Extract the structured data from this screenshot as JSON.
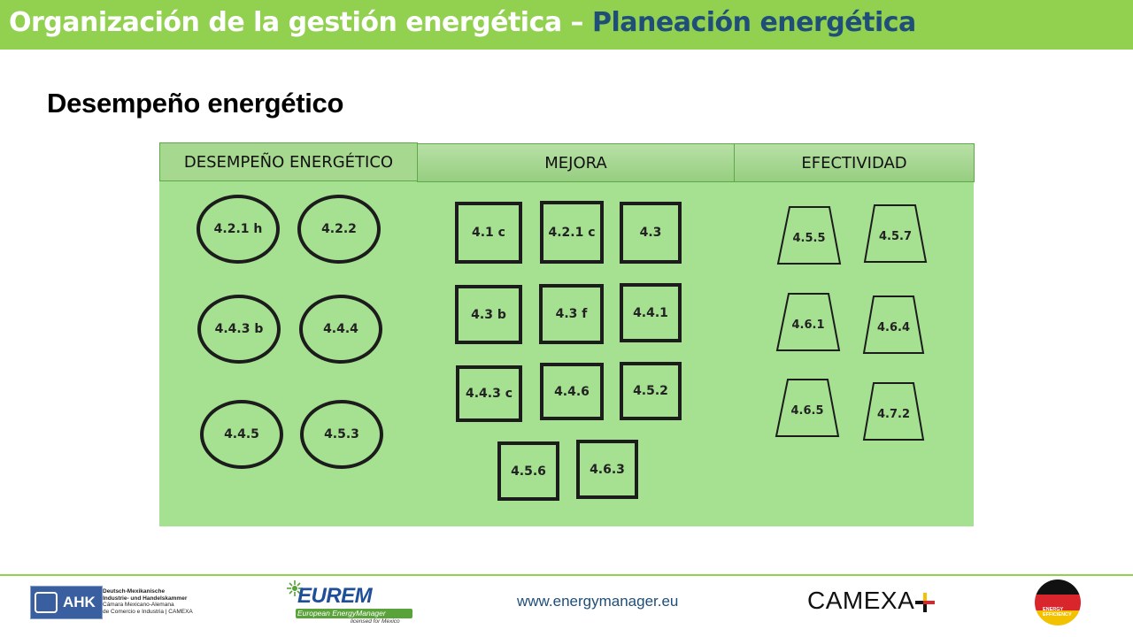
{
  "header": {
    "title_part1": "Organización de la gestión energética – ",
    "title_part2": "Planeación energética",
    "background_color": "#92d050",
    "title_part2_color": "#1f4e79"
  },
  "subtitle": "Desempeño energético",
  "tabs": [
    {
      "label": "DESEMPEÑO ENERGÉTICO"
    },
    {
      "label": "MEJORA"
    },
    {
      "label": "EFECTIVIDAD"
    }
  ],
  "panel_color": "#a6e192",
  "circles": [
    "4.2.1 h",
    "4.2.2",
    "4.4.3 b",
    "4.4.4",
    "4.4.5",
    "4.5.3"
  ],
  "squares": [
    "4.1 c",
    "4.2.1 c",
    "4.3",
    "4.3 b",
    "4.3 f",
    "4.4.1",
    "4.4.3 c",
    "4.4.6",
    "4.5.2",
    "4.5.6",
    "4.6.3"
  ],
  "trapezoids": [
    "4.5.5",
    "4.5.7",
    "4.6.1",
    "4.6.4",
    "4.6.5",
    "4.7.2"
  ],
  "footer": {
    "url": "www.energymanager.eu",
    "ahk": {
      "mark": "AHK",
      "line1": "Deutsch-Mexikanische",
      "line2": "Industrie- und Handelskammer",
      "line3": "Cámara Mexicano-Alemana",
      "line4": "de Comercio e Industria | CAMEXA"
    },
    "eurem": {
      "name": "EUREM",
      "sub": "European EnergyManager",
      "licensed": "licensed for Mexico"
    },
    "camexa": "CAMEXA",
    "energy_efficiency": "ENERGY EFFICIENCY"
  }
}
